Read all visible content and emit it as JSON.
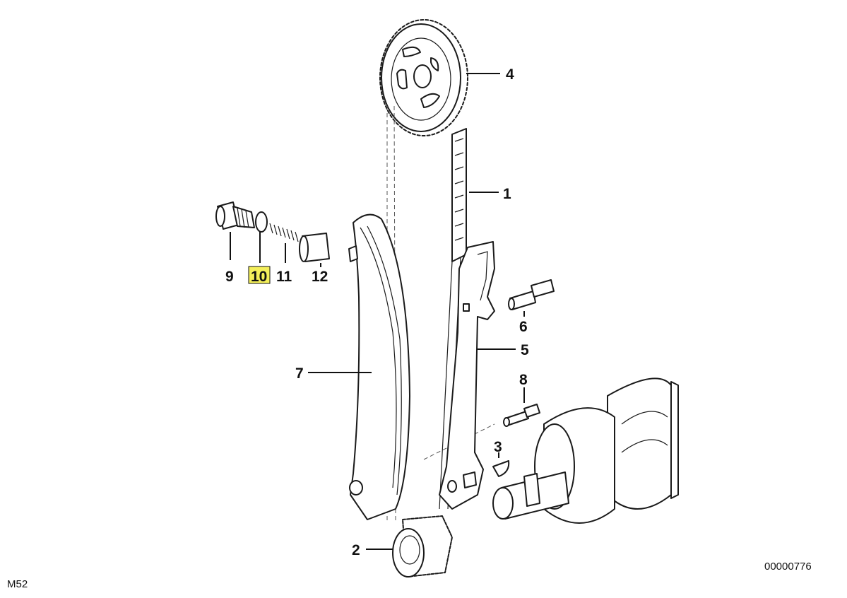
{
  "diagram": {
    "model_code": "M52",
    "drawing_number": "00000776",
    "highlight_color": "#f4ef5a",
    "highlighted_callout": "10",
    "callouts": [
      {
        "id": "1",
        "part": "timing-chain"
      },
      {
        "id": "2",
        "part": "crankshaft-sprocket"
      },
      {
        "id": "3",
        "part": "woodruff-key"
      },
      {
        "id": "4",
        "part": "camshaft-sprocket"
      },
      {
        "id": "5",
        "part": "tensioner-rail"
      },
      {
        "id": "6",
        "part": "rail-pin"
      },
      {
        "id": "7",
        "part": "guide-rail"
      },
      {
        "id": "8",
        "part": "guide-pin"
      },
      {
        "id": "9",
        "part": "tensioner-plug"
      },
      {
        "id": "10",
        "part": "sealing-ring"
      },
      {
        "id": "11",
        "part": "compression-spring"
      },
      {
        "id": "12",
        "part": "tensioner-piston"
      }
    ]
  }
}
